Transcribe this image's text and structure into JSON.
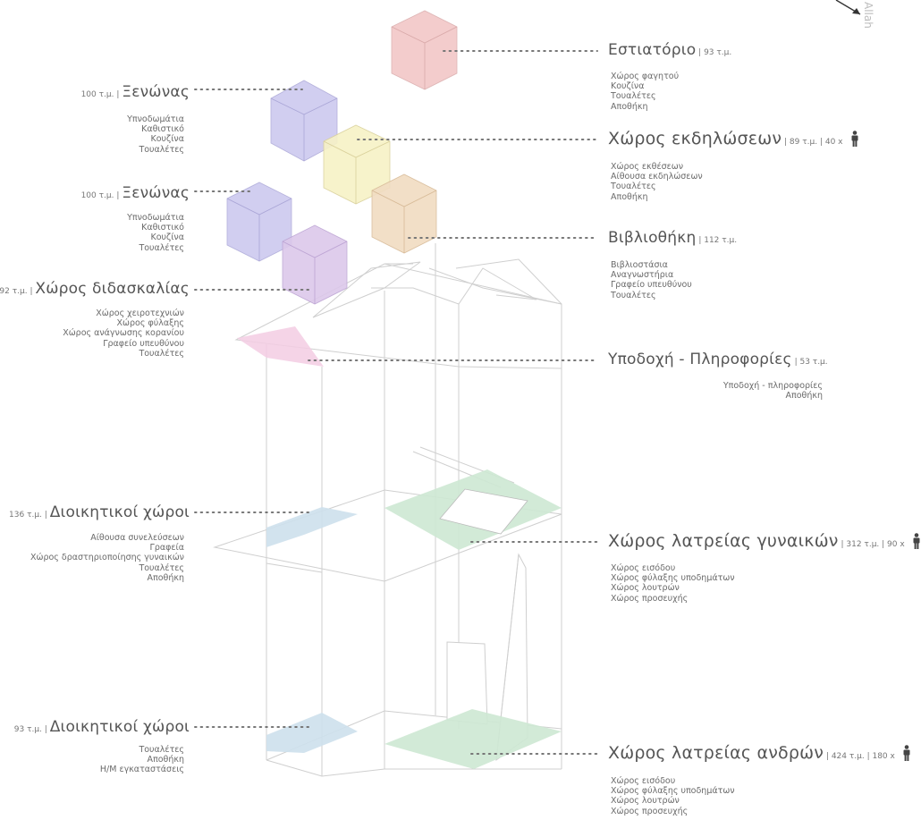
{
  "compass_word": "Allah",
  "spaces": {
    "restaurant": {
      "name": "Εστιατόριο",
      "area": "93 τ.μ.",
      "items": [
        "Χώρος φαγητού",
        "Κουζίνα",
        "Τουαλέτες",
        "Αποθήκη"
      ]
    },
    "guesthouse1": {
      "area": "100 τ.μ.",
      "name": "Ξενώνας",
      "items": [
        "Υπνοδωμάτια",
        "Καθιστικό",
        "Κουζίνα",
        "Τουαλέτες"
      ]
    },
    "events": {
      "name": "Χώρος εκδηλώσεων",
      "meta": "89 τ.μ. | 40 x",
      "items": [
        "Χώρος εκθέσεων",
        "Αίθουσα εκδηλώσεων",
        "Τουαλέτες",
        "Αποθήκη"
      ]
    },
    "guesthouse2": {
      "area": "100 τ.μ.",
      "name": "Ξενώνας",
      "items": [
        "Υπνοδωμάτια",
        "Καθιστικό",
        "Κουζίνα",
        "Τουαλέτες"
      ]
    },
    "library": {
      "name": "Βιβλιοθήκη",
      "area": "112 τ.μ.",
      "items": [
        "Βιβλιοστάσια",
        "Αναγνωστήρια",
        "Γραφείο υπευθύνου",
        "Τουαλέτες"
      ]
    },
    "teaching": {
      "area": "92 τ.μ.",
      "name": "Χώρος διδασκαλίας",
      "items": [
        "Χώρος χειροτεχνιών",
        "Χώρος φύλαξης",
        "Χώρος ανάγνωσης κορανίου",
        "Γραφείο υπευθύνου",
        "Τουαλέτες"
      ]
    },
    "reception": {
      "name": "Υποδοχή - Πληροφορίες",
      "area": "53 τ.μ.",
      "items": [
        "Υποδοχή - πληροφορίες",
        "Αποθήκη"
      ]
    },
    "admin1": {
      "area": "136 τ.μ.",
      "name": "Διοικητικοί χώροι",
      "items": [
        "Αίθουσα συνελεύσεων",
        "Γραφεία",
        "Χώρος δραστηριοποίησης γυναικών",
        "Τουαλέτες",
        "Αποθήκη"
      ]
    },
    "women": {
      "name": "Χώρος λατρείας γυναικών",
      "meta": "312 τ.μ. | 90 x",
      "items": [
        "Χώρος εισόδου",
        "Χώρος φύλαξης υποδημάτων",
        "Χώρος λουτρών",
        "Χώρος προσευχής"
      ]
    },
    "admin2": {
      "area": "93 τ.μ.",
      "name": "Διοικητικοί χώροι",
      "items": [
        "Τουαλέτες",
        "Αποθήκη",
        "Η/Μ εγκαταστάσεις"
      ]
    },
    "men": {
      "name": "Χώρος λατρείας ανδρών",
      "meta": "424 τ.μ. | 180 x",
      "items": [
        "Χώρος εισόδου",
        "Χώρος φύλαξης υποδημάτων",
        "Χώρος λουτρών",
        "Χώρος προσευχής"
      ]
    }
  },
  "colors": {
    "restaurant": "#f2c4c4",
    "guest": "#c9c6ee",
    "events": "#f7f2c6",
    "library": "#f1dcc2",
    "teaching": "#dcc8ea",
    "pink_plane": "#f3cde3",
    "green_plane": "#cde8d3",
    "blue_plane": "#cde0ec",
    "line": "#c8c8c8",
    "dots": "#777777"
  }
}
